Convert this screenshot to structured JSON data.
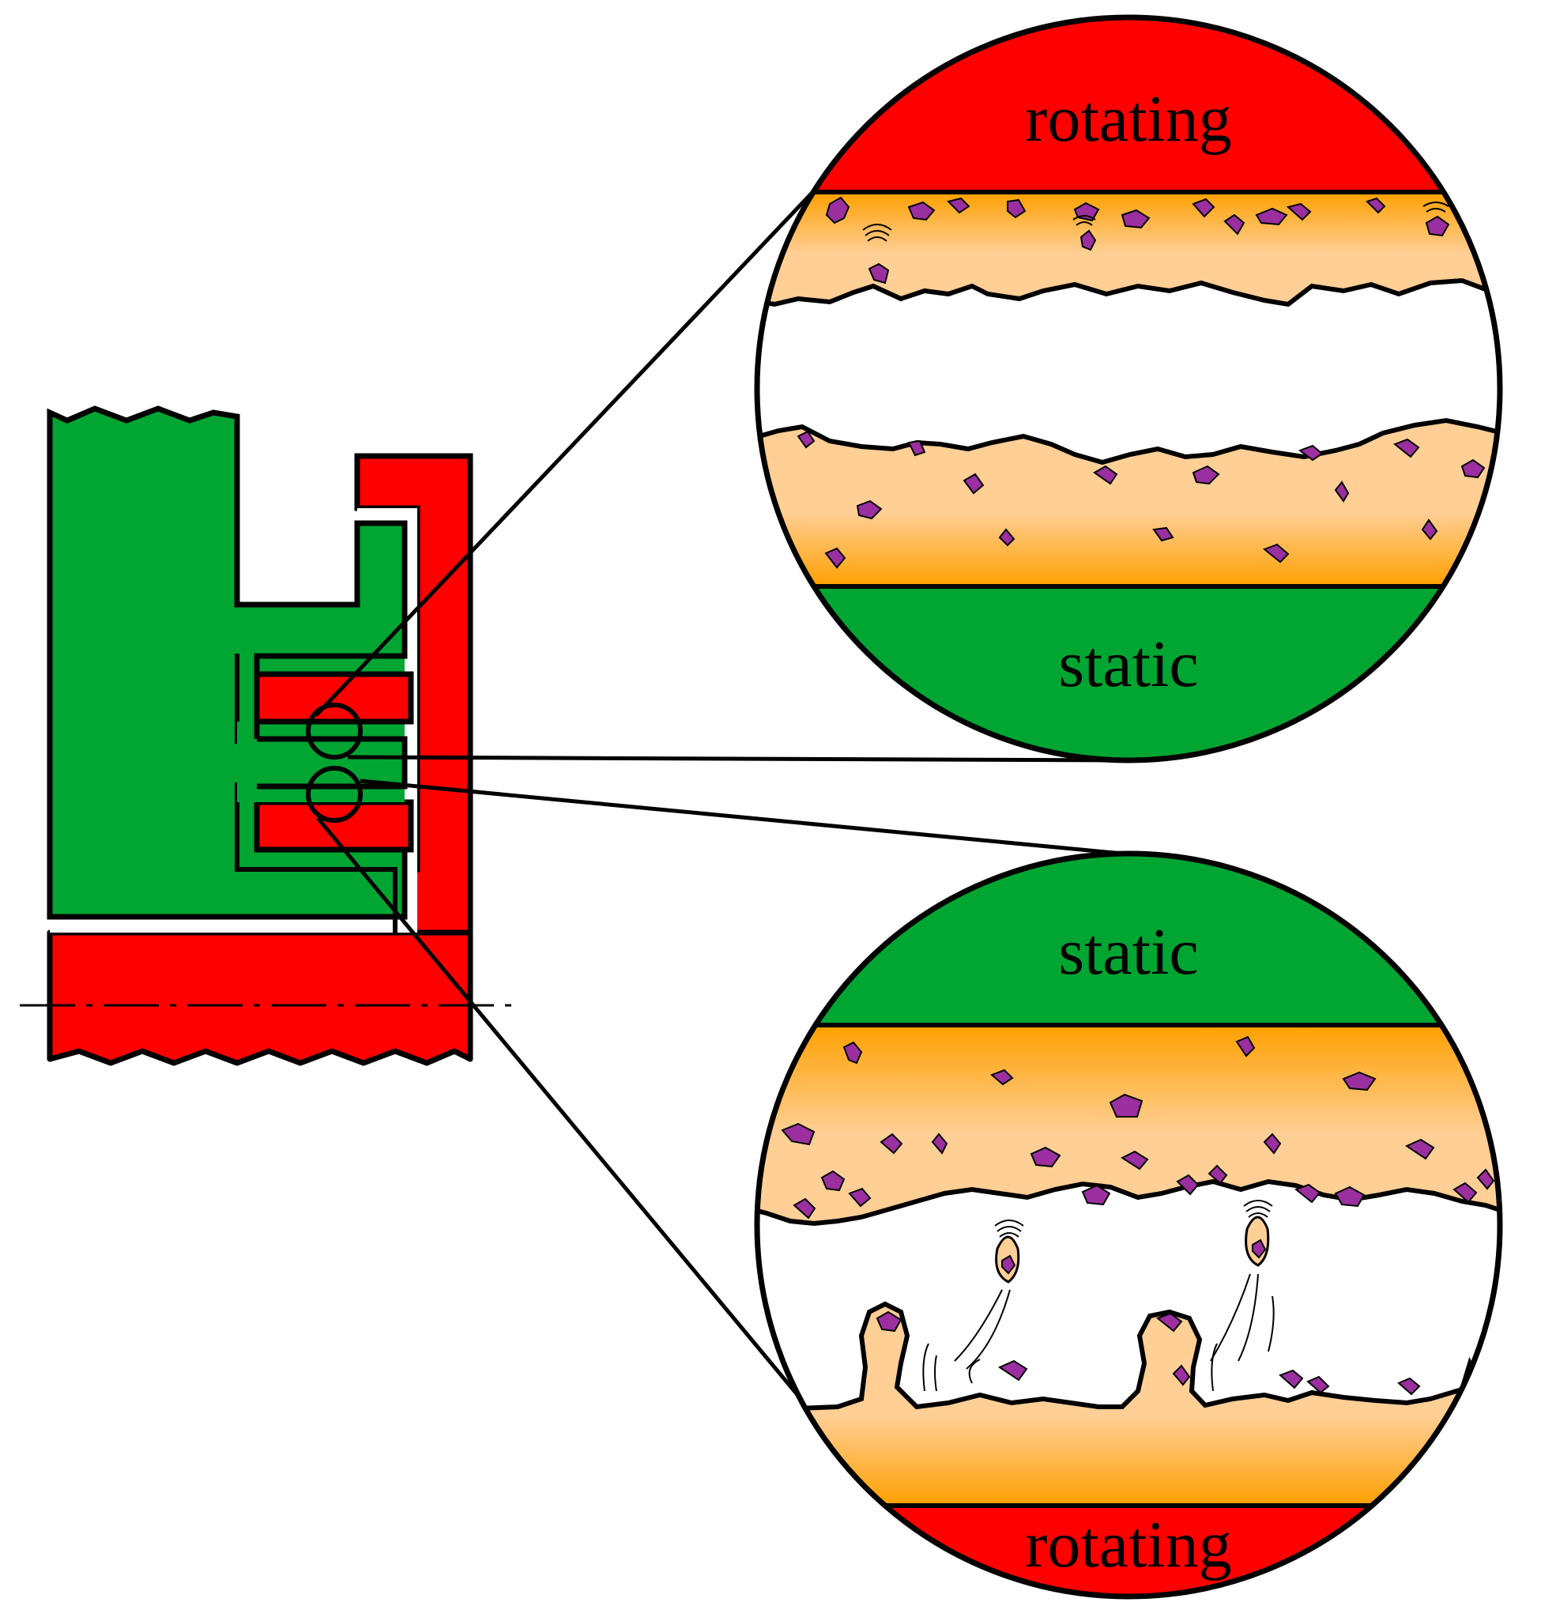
{
  "figure": {
    "detail_top": {
      "top_label": "rotating",
      "bottom_label": "static"
    },
    "detail_bottom": {
      "top_label": "static",
      "bottom_label": "rotating"
    },
    "colors": {
      "rotating": "#ff0000",
      "static": "#00a532",
      "coating_dark": "#ffa000",
      "coating_light": "#ffcf96",
      "particle": "#9b2fa0",
      "outline": "#000000",
      "background": "#ffffff"
    }
  }
}
